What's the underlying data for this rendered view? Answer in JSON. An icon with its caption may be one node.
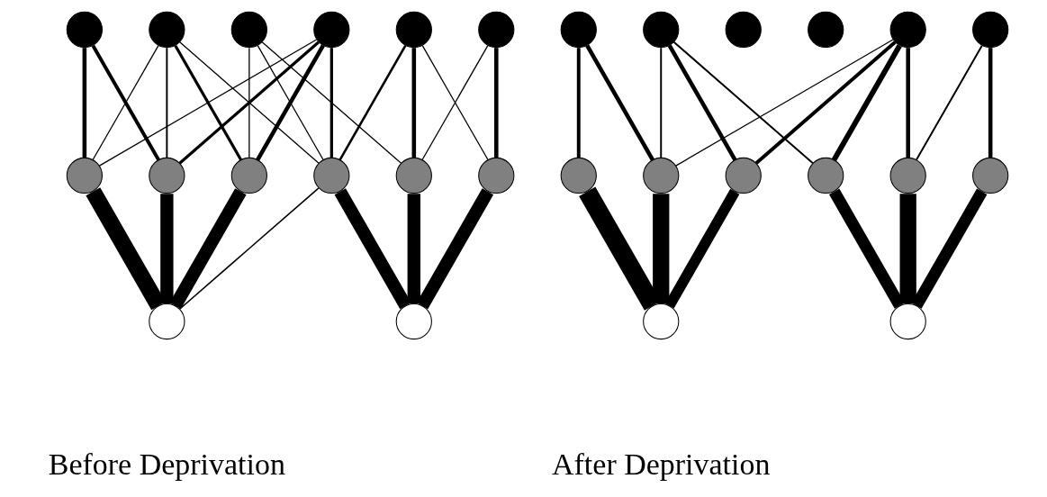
{
  "diagram": {
    "nodes": [
      {
        "text": [],
        "shape": "circle"
      },
      {
        "text": [],
        "shape": "circle"
      },
      {
        "text": [],
        "shape": "circle"
      },
      {
        "text": [],
        "shape": "circle"
      },
      {
        "text": [],
        "shape": "circle"
      },
      {
        "text": [],
        "shape": "circle"
      },
      {
        "text": [],
        "shape": "circle"
      },
      {
        "text": [],
        "shape": "circle"
      },
      {
        "text": [],
        "shape": "circle"
      },
      {
        "text": [],
        "shape": "circle"
      },
      {
        "text": [],
        "shape": "circle"
      },
      {
        "text": [],
        "shape": "circle"
      },
      {
        "text": [],
        "shape": "circle"
      },
      {
        "text": [],
        "shape": "circle"
      },
      {
        "text": [],
        "shape": "circle"
      },
      {
        "text": [],
        "shape": "circle"
      },
      {
        "text": [],
        "shape": "circle"
      },
      {
        "text": [],
        "shape": "circle"
      },
      {
        "text": [],
        "shape": "circle"
      },
      {
        "text": [],
        "shape": "circle"
      },
      {
        "text": [],
        "shape": "circle"
      },
      {
        "text": [],
        "shape": "circle"
      },
      {
        "text": [],
        "shape": "circle"
      },
      {
        "text": [],
        "shape": "circle"
      },
      {
        "text": [],
        "shape": "circle"
      },
      {
        "text": [],
        "shape": "circle"
      },
      {
        "text": [],
        "shape": "circle"
      },
      {
        "text": [],
        "shape": "circle"
      }
    ],
    "edges": [
      {
        "from": 0,
        "to": 6,
        "arrow": "none"
      },
      {
        "from": 0,
        "to": 7,
        "arrow": "none"
      },
      {
        "from": 1,
        "to": 6,
        "arrow": "none"
      },
      {
        "from": 1,
        "to": 7,
        "arrow": "none"
      },
      {
        "from": 1,
        "to": 8,
        "arrow": "none"
      },
      {
        "from": 1,
        "to": 9,
        "arrow": "none"
      },
      {
        "from": 2,
        "to": 8,
        "arrow": "none"
      },
      {
        "from": 2,
        "to": 9,
        "arrow": "none"
      },
      {
        "from": 2,
        "to": 10,
        "arrow": "none"
      },
      {
        "from": 3,
        "to": 6,
        "arrow": "none"
      },
      {
        "from": 3,
        "to": 7,
        "arrow": "none"
      },
      {
        "from": 3,
        "to": 8,
        "arrow": "none"
      },
      {
        "from": 3,
        "to": 9,
        "arrow": "none"
      },
      {
        "from": 4,
        "to": 9,
        "arrow": "none"
      },
      {
        "from": 4,
        "to": 10,
        "arrow": "none"
      },
      {
        "from": 4,
        "to": 11,
        "arrow": "none"
      },
      {
        "from": 5,
        "to": 10,
        "arrow": "none"
      },
      {
        "from": 5,
        "to": 11,
        "arrow": "none"
      },
      {
        "from": 6,
        "to": 12,
        "arrow": "none",
        "style": "thick"
      },
      {
        "from": 7,
        "to": 12,
        "arrow": "none",
        "style": "thick"
      },
      {
        "from": 8,
        "to": 12,
        "arrow": "none",
        "style": "thick"
      },
      {
        "from": 9,
        "to": 12,
        "arrow": "none"
      },
      {
        "from": 9,
        "to": 13,
        "arrow": "none",
        "style": "thick"
      },
      {
        "from": 10,
        "to": 13,
        "arrow": "none",
        "style": "thick"
      },
      {
        "from": 11,
        "to": 13,
        "arrow": "none",
        "style": "thick"
      },
      {
        "from": 14,
        "to": 20,
        "arrow": "none"
      },
      {
        "from": 14,
        "to": 21,
        "arrow": "none"
      },
      {
        "from": 15,
        "to": 21,
        "arrow": "none"
      },
      {
        "from": 15,
        "to": 22,
        "arrow": "none"
      },
      {
        "from": 15,
        "to": 23,
        "arrow": "none"
      },
      {
        "from": 18,
        "to": 21,
        "arrow": "none"
      },
      {
        "from": 18,
        "to": 22,
        "arrow": "none"
      },
      {
        "from": 18,
        "to": 23,
        "arrow": "none"
      },
      {
        "from": 18,
        "to": 24,
        "arrow": "none"
      },
      {
        "from": 19,
        "to": 24,
        "arrow": "none"
      },
      {
        "from": 19,
        "to": 25,
        "arrow": "none"
      },
      {
        "from": 20,
        "to": 26,
        "arrow": "none",
        "style": "thick"
      },
      {
        "from": 21,
        "to": 26,
        "arrow": "none",
        "style": "thick"
      },
      {
        "from": 22,
        "to": 26,
        "arrow": "none",
        "style": "thick"
      },
      {
        "from": 23,
        "to": 27,
        "arrow": "none",
        "style": "thick"
      },
      {
        "from": 24,
        "to": 27,
        "arrow": "none",
        "style": "thick"
      },
      {
        "from": 25,
        "to": 27,
        "arrow": "none",
        "style": "thick"
      }
    ],
    "labels": [
      "Before Deprivation",
      "After Deprivation"
    ]
  }
}
